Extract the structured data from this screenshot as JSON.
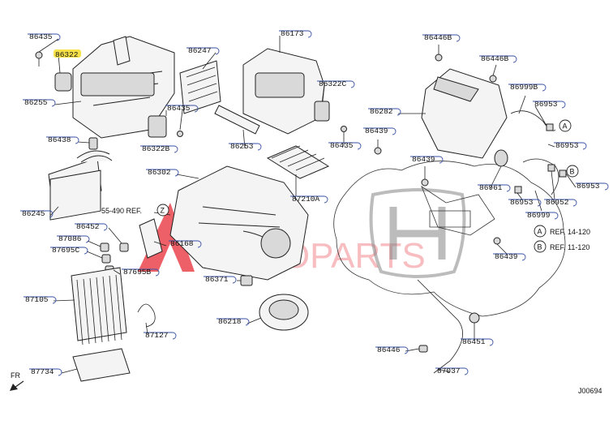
{
  "diagram": {
    "code": "J00694",
    "front_marker": "FR",
    "part_labels": [
      "86435",
      "86322",
      "86255",
      "86438",
      "86245",
      "86173",
      "86247",
      "86435",
      "86322B",
      "86253",
      "86302",
      "86322C",
      "86435",
      "86282",
      "86446B",
      "86446B",
      "86999B",
      "86953",
      "86439",
      "86439",
      "86953",
      "86961",
      "86953",
      "86952",
      "86953",
      "86999",
      "86439",
      "87210A",
      "86452",
      "87086",
      "87695C",
      "87695B",
      "86168",
      "87105",
      "87127",
      "86371",
      "86218",
      "87734",
      "86446",
      "86451",
      "87037"
    ],
    "refs": [
      {
        "text": "55-490 REF.",
        "marker": "Z"
      },
      {
        "marker": "A",
        "text": "REF. 14-120"
      },
      {
        "marker": "B",
        "text": "REF. 11-120"
      }
    ],
    "watermark": {
      "letter": "A",
      "word": "AUTOPARTS",
      "brand_logo": "H",
      "colors": {
        "red": "#e8303a",
        "blue": "#3aa0e8"
      }
    },
    "highlight_color": "#f7e24a",
    "label_outline_color": "#3a52a8"
  }
}
